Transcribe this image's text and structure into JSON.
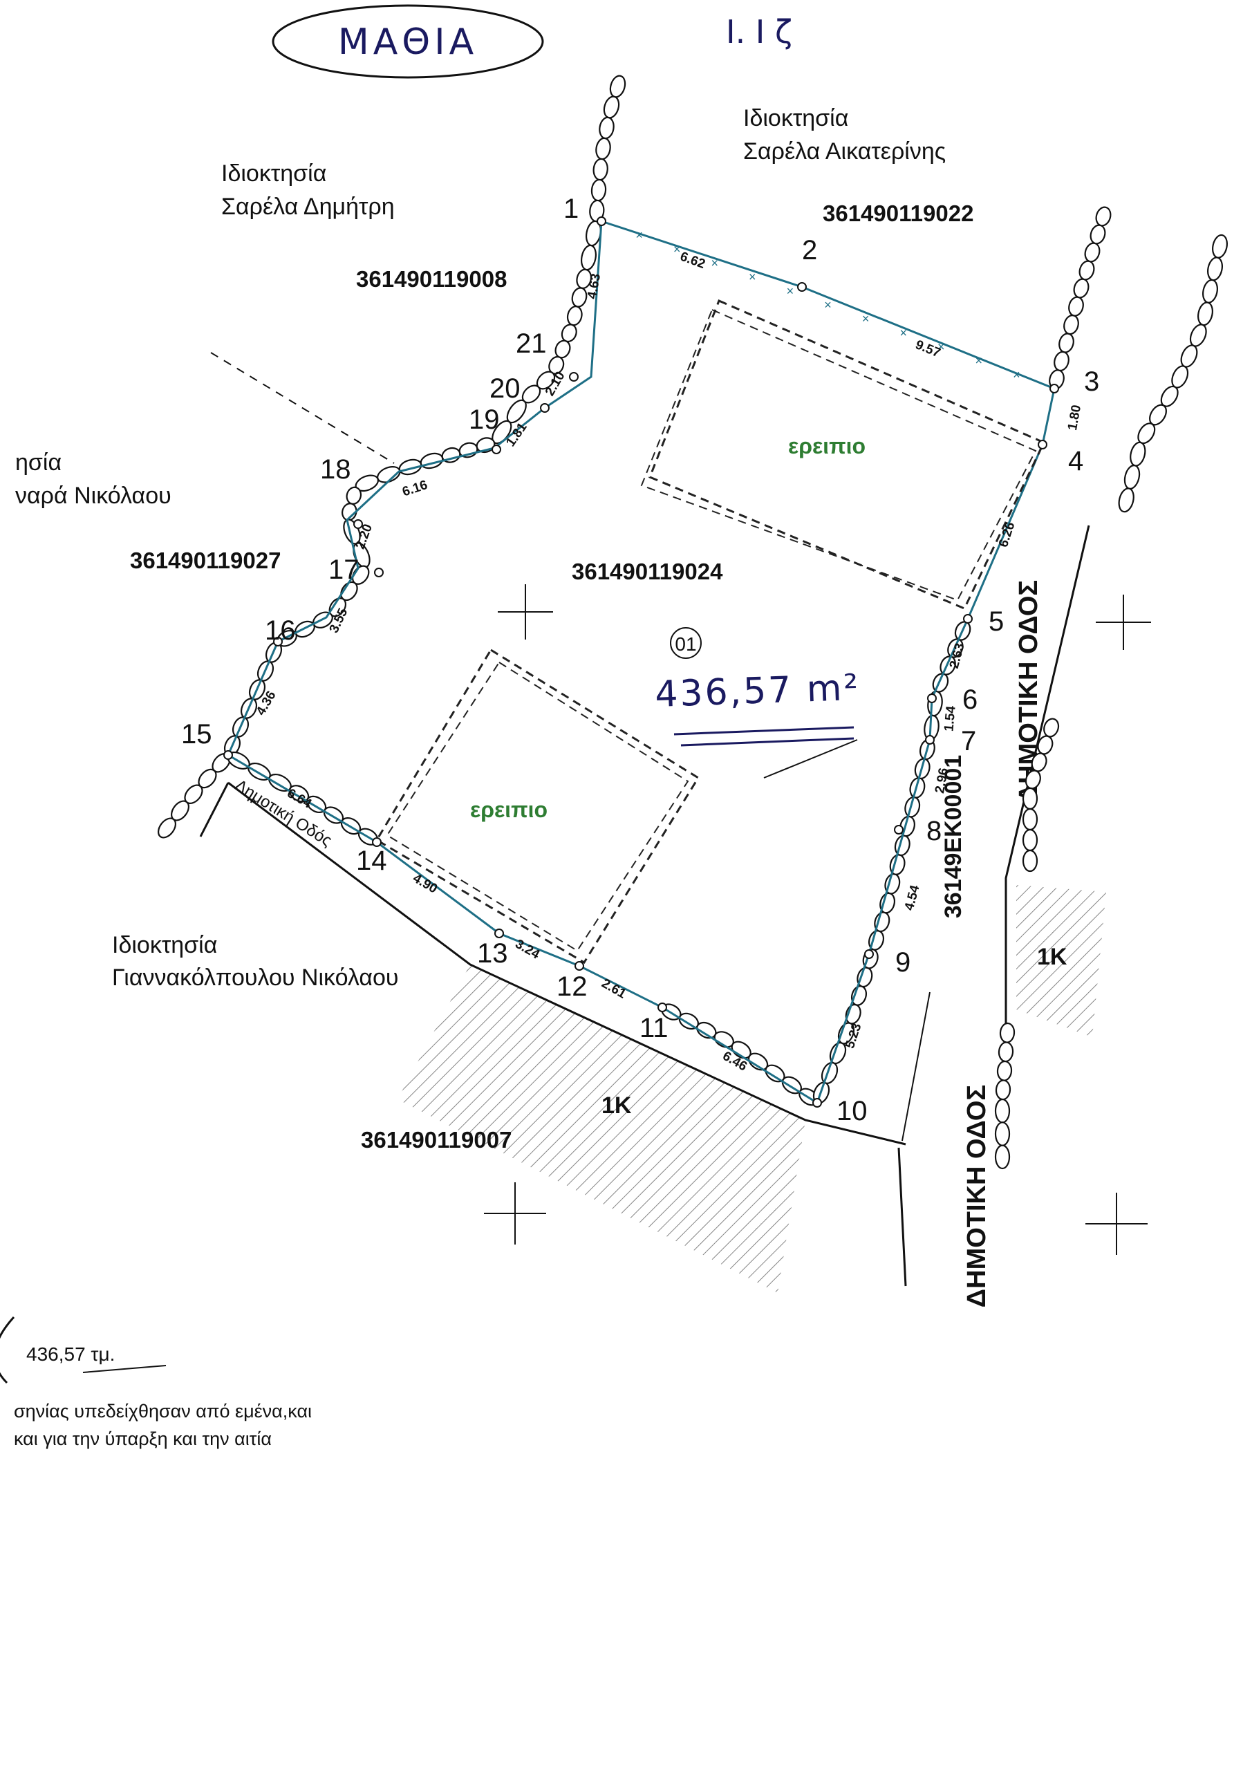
{
  "header": {
    "handwritten_title": "ΜΑΘΙΑ",
    "handwritten_mark": "Ι. Ι ζ"
  },
  "properties": [
    {
      "owner_label": "Ιδιοκτησία",
      "owner_name": "Σαρέλα Αικατερίνης",
      "kaek": "361490119022"
    },
    {
      "owner_label": "Ιδιοκτησία",
      "owner_name": "Σαρέλα Δημήτρη",
      "kaek": "361490119008"
    },
    {
      "owner_label": "ησία",
      "owner_name": "ναρά Νικόλαου",
      "kaek": "361490119027"
    },
    {
      "owner_label": "Ιδιοκτησία",
      "owner_name": "Γιαννακόλπουλου Νικόλαου",
      "kaek": "361490119007"
    }
  ],
  "parcel": {
    "kaek": "361490119024",
    "number": "01",
    "area_handwritten": "436,57 m²"
  },
  "road_code": "36149ΕΚ00001",
  "roads": [
    "ΔΗΜΟΤΙΚΗ ΟΔΟΣ",
    "ΔΗΜΟΤΙΚΗ ΟΔΟΣ"
  ],
  "road_small_label": "Δημοτική Οδός",
  "ruins": [
    "ερειπιο",
    "ερειπιο"
  ],
  "zone_labels": [
    "1Κ",
    "1Κ"
  ],
  "vertices": [
    "1",
    "2",
    "3",
    "4",
    "5",
    "6",
    "7",
    "8",
    "9",
    "10",
    "11",
    "12",
    "13",
    "14",
    "15",
    "16",
    "17",
    "18",
    "19",
    "20",
    "21"
  ],
  "segment_lengths": [
    "6.62",
    "9.57",
    "1.80",
    "6.26",
    "2.63",
    "1.54",
    "2.96",
    "4.54",
    "5.23",
    "6.46",
    "2.61",
    "3.24",
    "4.90",
    "6.64",
    "4.36",
    "3.55",
    "2.20",
    "6.16",
    "1.81",
    "2.10",
    "4.63"
  ],
  "footer": {
    "area_text": "436,57 τμ.",
    "line1": "σηνίας  υπεδείχθησαν από εμένα,και",
    "line2": "και για την ύπαρξη και την αιτία"
  },
  "colors": {
    "boundary": "#1e6f86",
    "ink": "#111111",
    "ruin_text": "#2e7d32",
    "pen": "#1a1a60"
  }
}
